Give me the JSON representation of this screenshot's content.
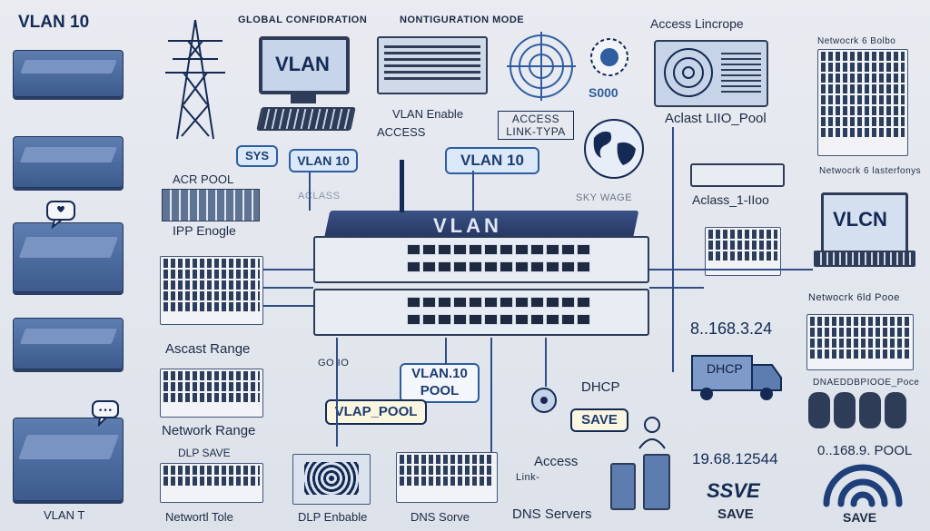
{
  "labels": {
    "vlan10_top_left": "VLAN 10",
    "global_config": "GLOBAL CONFIDRATION",
    "config_mode": "NONTIGURATION MODE",
    "access_top_right": "Access Lincrope",
    "network_top_far_right": "Netwocrk 6 Bolbo",
    "monitor_vlan": "VLAN",
    "num_5000": "S000",
    "vlan_enable": "VLAN Enable",
    "access_link_type": "ACCESS LINK-TYPA",
    "access_mid": "ACCESS",
    "aclast_pool": "Aclast LIIO_Pool",
    "sys": "SYS",
    "vlan10_small": "VLAN 10",
    "vlan10_badge": "VLAN 10",
    "acr_pool": "ACR POOL",
    "ipp_engle": "IPP   Enogle",
    "aclass_badge": "ACLASS",
    "sky_wage": "SKY WAGE",
    "aclass_1100": "Aclass_1-IIoo",
    "switch_title": "VLAN",
    "vlcn_laptop": "VLCN",
    "network_pool": "Netwocrk 6ld Pooe",
    "ip_8": "8..168.3.24",
    "ascast_range": "Ascast Range",
    "goo": "GO IO",
    "vlan10_pool": "VLAN.10 POOL",
    "dhcp": "DHCP",
    "dhcp_truck": "DHCP",
    "vlap_pool": "VLAP_POOL",
    "save_mid": "SAVE",
    "network_range": "Network Range",
    "network_masteronys": "Netwocrk 6 lasterfonys",
    "dmu_pool": "DNAEDDBPIOOE_Poce",
    "dlp_save": "DLP SAVE",
    "access_bottom": "Access",
    "link_bottom": "Link-",
    "ip_19": "19.68.12544",
    "ip_0": "0..168.9. POOL",
    "network_tole": "Networtl Tole",
    "dlp_enable": "DLP Enbable",
    "dns_sorve": "DNS Sorve",
    "dns_servers": "DNS Servers",
    "ssve": "SSVE",
    "save_bottom": "SAVE",
    "save_far_right": "SAVE",
    "vlan_t": "VLAN T"
  },
  "colors": {
    "primary": "#2e5da0",
    "dark": "#142a54",
    "background": "#e4e7ee"
  },
  "icons": [
    "power-tower-icon",
    "monitor-icon",
    "keyboard-icon",
    "radar-icon",
    "globe-icon",
    "truck-icon",
    "wifi-icon",
    "router-icon",
    "server-rack-icon",
    "laptop-icon",
    "speech-bubble-icon",
    "person-icon"
  ]
}
